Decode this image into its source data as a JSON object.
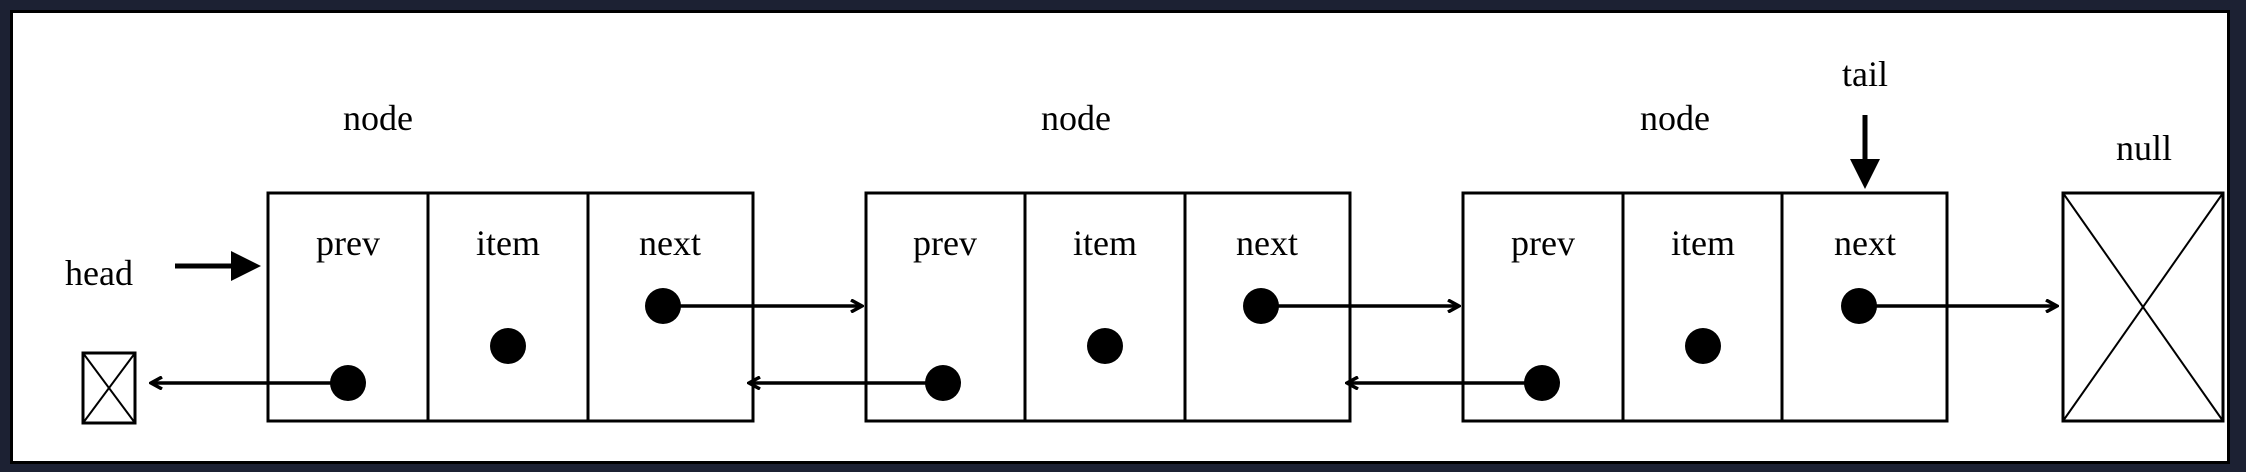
{
  "nodes": [
    {
      "title": "node",
      "fields": {
        "prev": "prev",
        "item": "item",
        "next": "next"
      }
    },
    {
      "title": "node",
      "fields": {
        "prev": "prev",
        "item": "item",
        "next": "next"
      }
    },
    {
      "title": "node",
      "fields": {
        "prev": "prev",
        "item": "item",
        "next": "next"
      }
    }
  ],
  "pointers": {
    "head": "head",
    "tail": "tail"
  },
  "terminal": {
    "null_label": "null"
  },
  "colors": {
    "background": "#1c2133",
    "canvas": "#ffffff",
    "ink": "#000000"
  }
}
